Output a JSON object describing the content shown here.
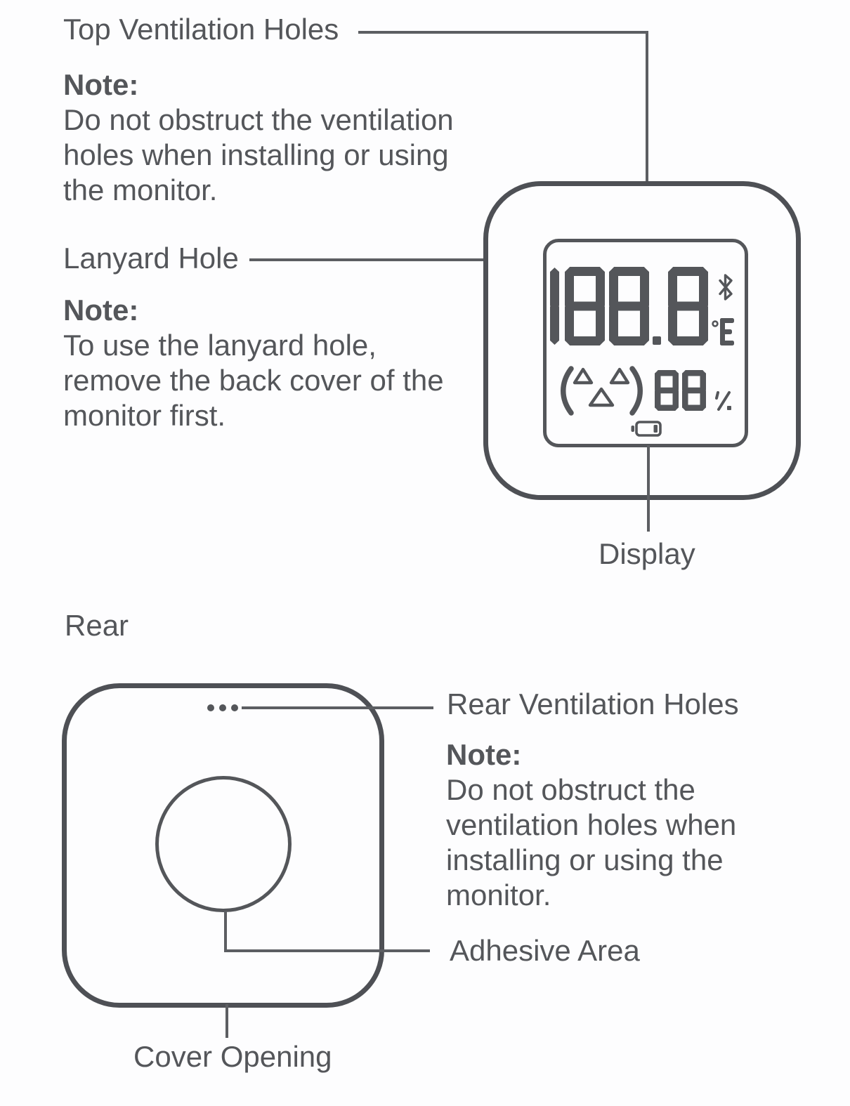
{
  "colors": {
    "ink": "#54565a",
    "outline": "#4e5055",
    "line": "#5c5e62"
  },
  "front": {
    "labels": {
      "top_ventilation": "Top Ventilation Holes",
      "lanyard": "Lanyard Hole",
      "display": "Display"
    },
    "note_ventilation": {
      "heading": "Note:",
      "line1": "Do not obstruct the ventilation",
      "line2": "holes when installing or using",
      "line3": "the monitor."
    },
    "note_lanyard": {
      "heading": "Note:",
      "line1": "To use the lanyard hole,",
      "line2": "remove the back cover of the",
      "line3": "monitor first."
    },
    "lcd": {
      "temperature": "188.8",
      "temperature_unit": "°E",
      "humidity": "88",
      "humidity_unit": "%"
    }
  },
  "rear": {
    "heading": "Rear",
    "labels": {
      "ventilation": "Rear Ventilation Holes",
      "adhesive": "Adhesive Area",
      "cover": "Cover Opening"
    },
    "note": {
      "heading": "Note:",
      "line1": "Do not obstruct the",
      "line2": "ventilation holes when",
      "line3": "installing or using the",
      "line4": "monitor."
    }
  }
}
